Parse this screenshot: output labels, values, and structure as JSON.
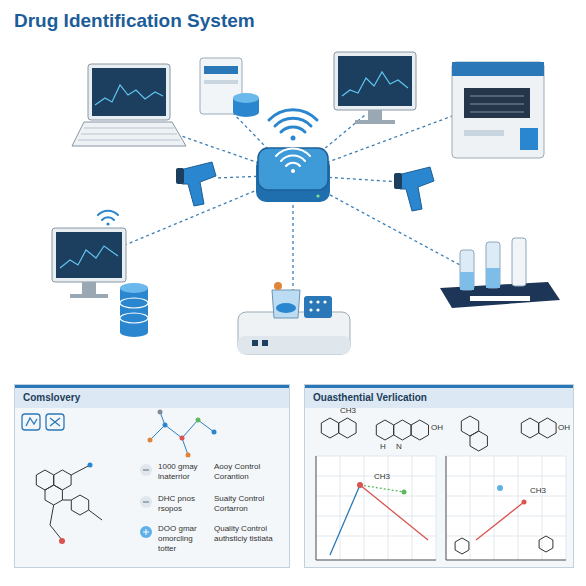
{
  "diagram": {
    "title": "Drug Identification System",
    "nodes": [
      {
        "text": [
          "Comslovery"
        ]
      },
      {
        "text": [
          "Ouasthential Verlication"
        ]
      }
    ],
    "labels": [
      "1000 gmay lnaterrior",
      "Aooy Control Corantion",
      "DHC pnos rsopos",
      "Suaity Control Cortarron",
      "DOO gmar omorcling totter",
      "Quality Control authsticiy tistiata",
      "CH3",
      "OH",
      "H",
      "N",
      "OH",
      "CH3",
      "CH3"
    ]
  }
}
